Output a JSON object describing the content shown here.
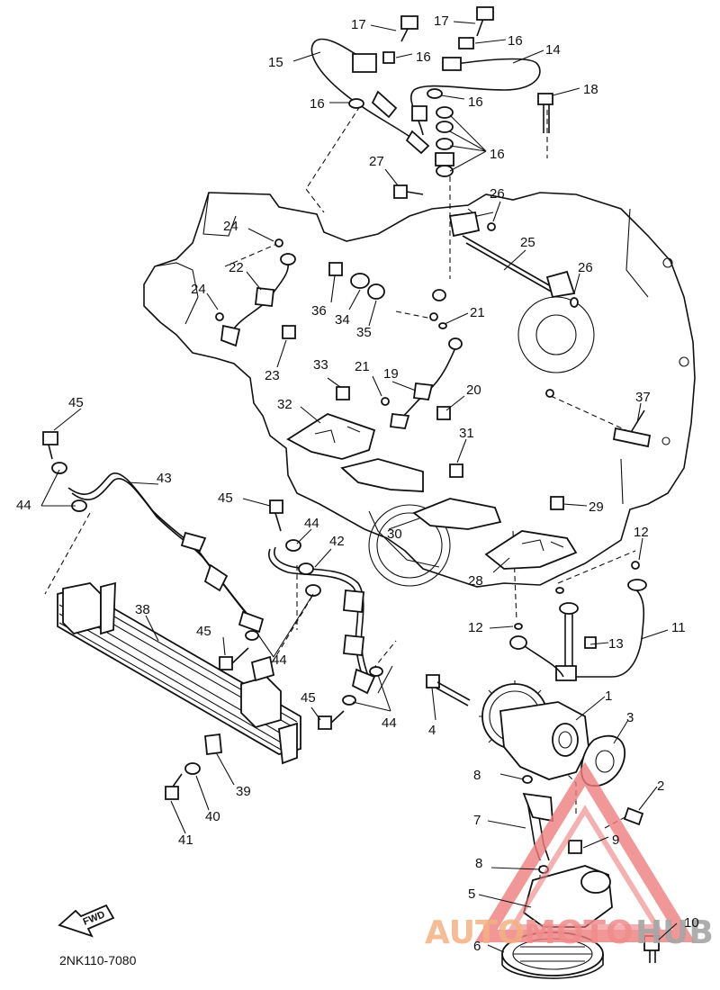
{
  "diagram": {
    "drawing_code": "2NK110-7080",
    "direction_marker": "FWD",
    "callouts": [
      "17",
      "17",
      "16",
      "15",
      "16",
      "14",
      "18",
      "16",
      "16",
      "16",
      "27",
      "26",
      "25",
      "26",
      "24",
      "22",
      "24",
      "36",
      "34",
      "35",
      "21",
      "23",
      "33",
      "21",
      "19",
      "20",
      "32",
      "37",
      "31",
      "45",
      "43",
      "44",
      "45",
      "44",
      "42",
      "30",
      "29",
      "12",
      "28",
      "38",
      "12",
      "11",
      "45",
      "13",
      "44",
      "45",
      "4",
      "44",
      "1",
      "3",
      "8",
      "2",
      "39",
      "40",
      "41",
      "7",
      "9",
      "8",
      "5",
      "10",
      "6"
    ]
  },
  "watermark": {
    "text_orange": "AUTO",
    "text_pink": "MOTO",
    "text_gray": "HUB"
  }
}
